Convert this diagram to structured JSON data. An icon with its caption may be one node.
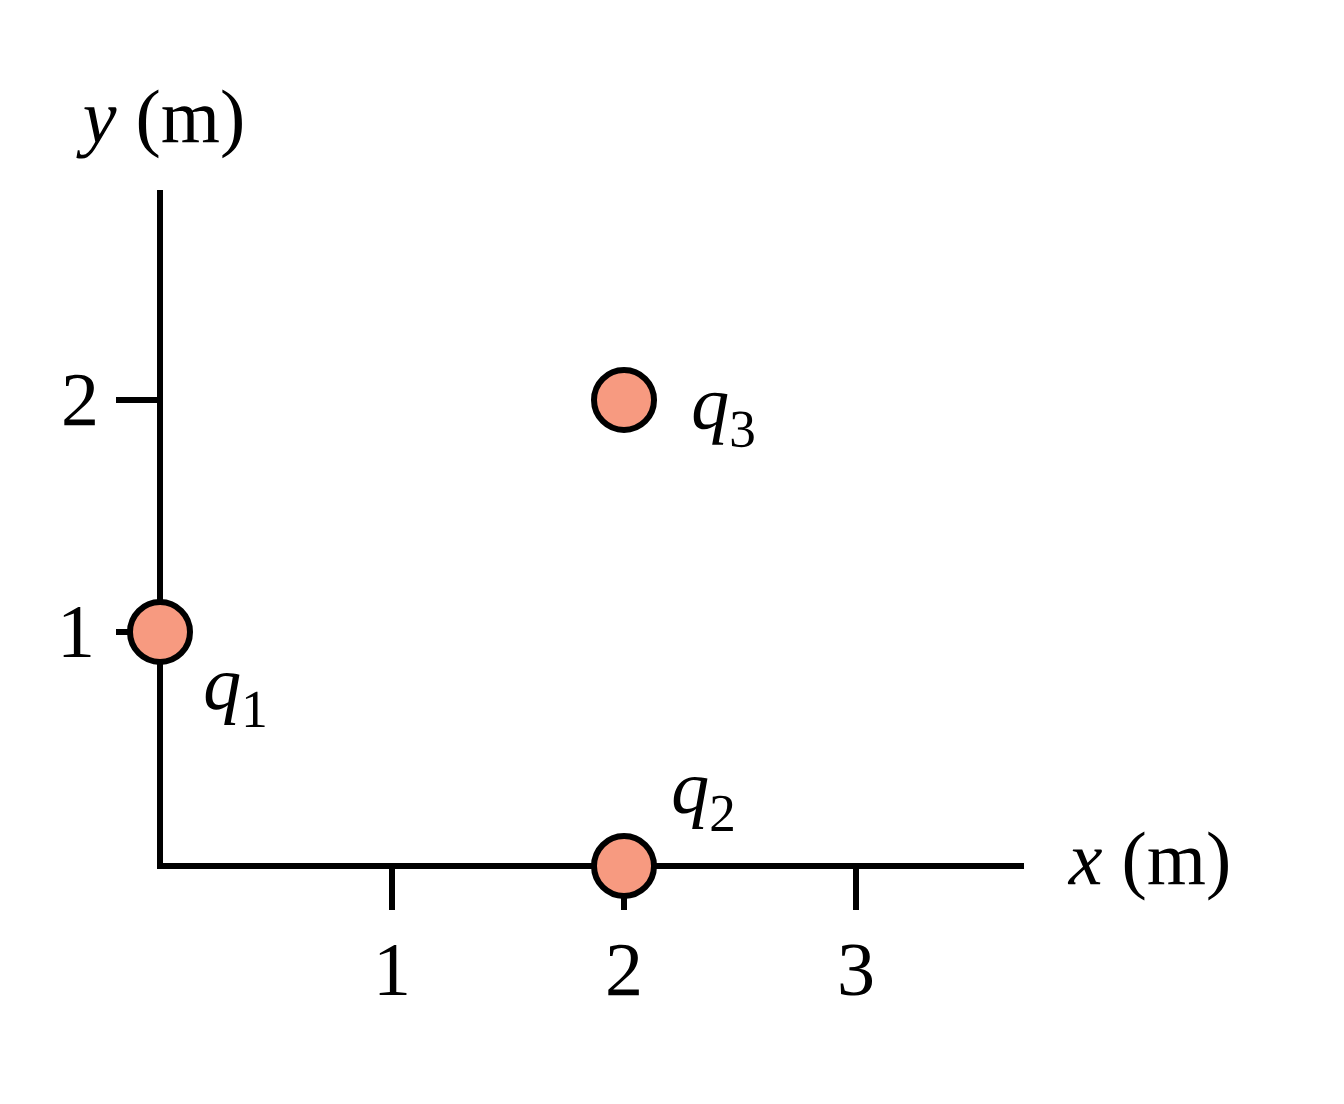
{
  "diagram": {
    "nodes": [
      {
        "text": [],
        "shape": "circle",
        "beside": [
          "*q*$_{1}$"
        ]
      },
      {
        "text": [],
        "shape": "circle",
        "beside": [
          "*q*$_{2}$"
        ]
      },
      {
        "text": [],
        "shape": "circle",
        "beside": [
          "*q*$_{3}$"
        ]
      }
    ],
    "labels": [
      "*y* (m)",
      "2",
      "1",
      "1",
      "2",
      "3",
      "*x* (m)"
    ]
  }
}
